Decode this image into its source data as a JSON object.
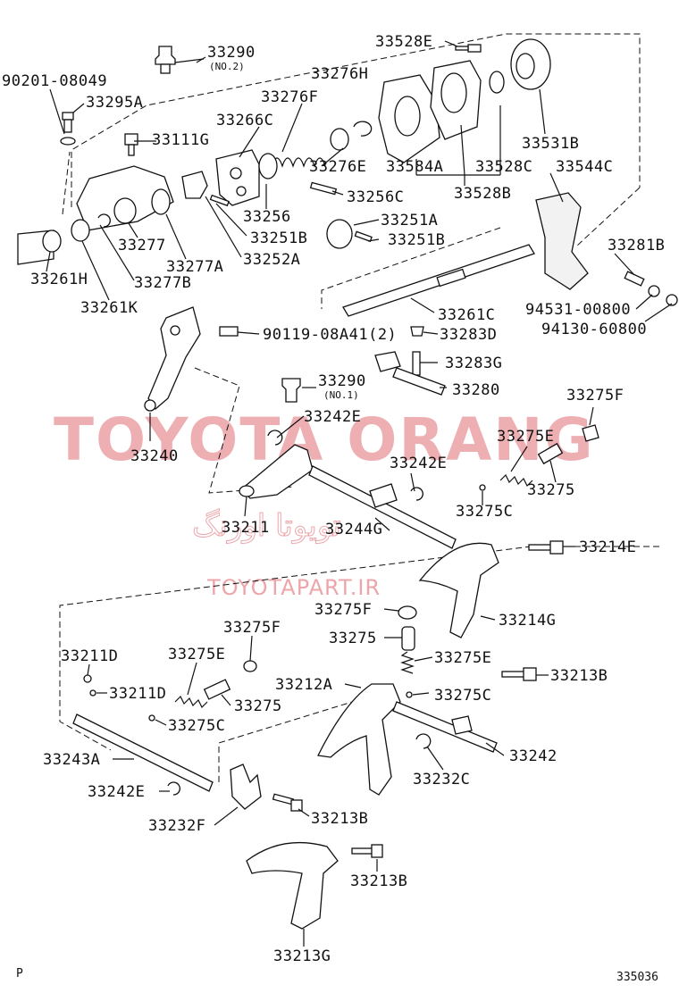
{
  "watermark": {
    "brand": "TOYOTA ORANG",
    "site": "TOYOTAPART.IR",
    "farsi": "تویوتا اورنگ"
  },
  "labels": {
    "p33528E": "33528E",
    "p33290a": "33290",
    "p33290a_note": "(NO.2)",
    "p90201": "90201-08049",
    "p33276H": "33276H",
    "p33295A": "33295A",
    "p33276F": "33276F",
    "p33266C": "33266C",
    "p33111G": "33111G",
    "p33531B": "33531B",
    "p33276E": "33276E",
    "p33584A": "33584A",
    "p33528C": "33528C",
    "p33544C": "33544C",
    "p33528B": "33528B",
    "p33256C": "33256C",
    "p33256": "33256",
    "p33251A": "33251A",
    "p33251B_1": "33251B",
    "p33251B_2": "33251B",
    "p33277": "33277",
    "p33281B": "33281B",
    "p33261H": "33261H",
    "p33277A": "33277A",
    "p33252A": "33252A",
    "p33277B": "33277B",
    "p94531": "94531-00800",
    "p33261K": "33261K",
    "p33261C": "33261C",
    "p94130": "94130-60800",
    "p90119": "90119-08A41(2)",
    "p33283D": "33283D",
    "p33283G": "33283G",
    "p33290b": "33290",
    "p33290b_note": "(NO.1)",
    "p33280": "33280",
    "p33275F_1": "33275F",
    "p33242E_1": "33242E",
    "p33275E_1": "33275E",
    "p33240": "33240",
    "p33242E_2": "33242E",
    "p33275_1": "33275",
    "p33211": "33211",
    "p33244G": "33244G",
    "p33275C_1": "33275C",
    "p33214E": "33214E",
    "p33275F_2": "33275F",
    "p33214G": "33214G",
    "p33275_2": "33275",
    "p33275E_2": "33275E",
    "p33211D_1": "33211D",
    "p33275E_3": "33275E",
    "p33275F_3": "33275F",
    "p33213B_1": "33213B",
    "p33212A": "33212A",
    "p33211D_2": "33211D",
    "p33275_3": "33275",
    "p33275C_2": "33275C",
    "p33275C_3": "33275C",
    "p33242": "33242",
    "p33243A": "33243A",
    "p33232C": "33232C",
    "p33242E_3": "33242E",
    "p33213B_2": "33213B",
    "p33232F": "33232F",
    "p33213B_3": "33213B",
    "p33213G": "33213G"
  },
  "footer": {
    "corner_mark": "P",
    "diagram_code": "335036"
  }
}
